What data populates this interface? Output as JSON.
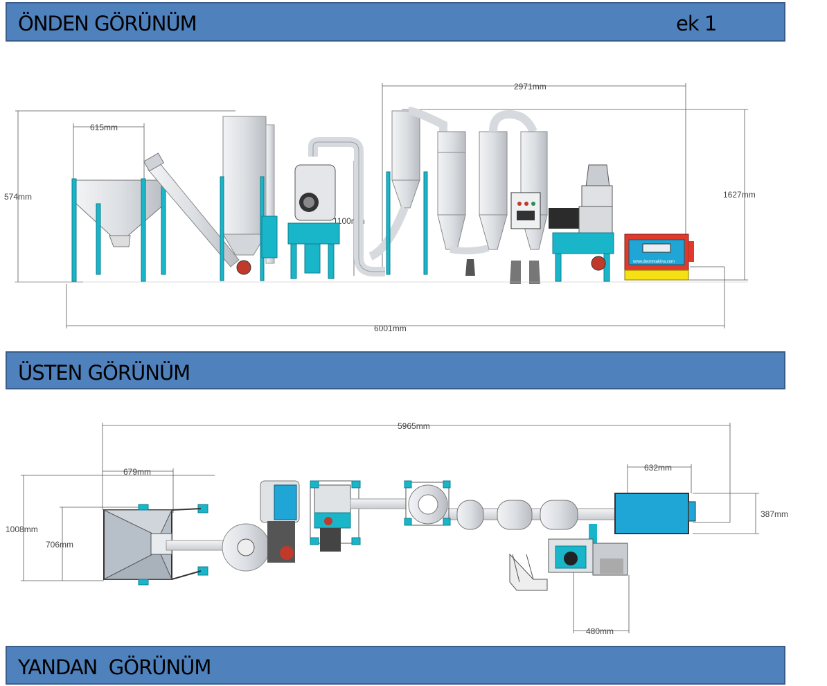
{
  "sections": {
    "front": {
      "title": "ÖNDEN GÖRÜNÜM",
      "tag": "ek 1"
    },
    "top": {
      "title": "ÜSTEN GÖRÜNÜM"
    },
    "side": {
      "title": "YANDAN  GÖRÜNÜM"
    }
  },
  "front_view": {
    "dimensions": {
      "hopper_width": "615mm",
      "hopper_height": "574mm",
      "fan_height": "1100mm",
      "cyclone_span": "2971mm",
      "total_height": "1627mm",
      "total_length": "6001mm"
    },
    "brand_text": "www.deonmakina.com"
  },
  "top_view": {
    "dimensions": {
      "total_length": "5965mm",
      "hopper_width": "679mm",
      "outer_depth": "1008mm",
      "inner_depth": "706mm",
      "press_width": "632mm",
      "press_depth": "387mm",
      "mill_width": "480mm"
    }
  },
  "colors": {
    "band_fill": "#4f81bd",
    "band_border": "#385d8a",
    "frame_cyan": "#19b5c9",
    "steel": "#d4d7db",
    "press_blue": "#1fa6d6",
    "press_red": "#e23a2a",
    "press_yellow": "#f5e014"
  }
}
